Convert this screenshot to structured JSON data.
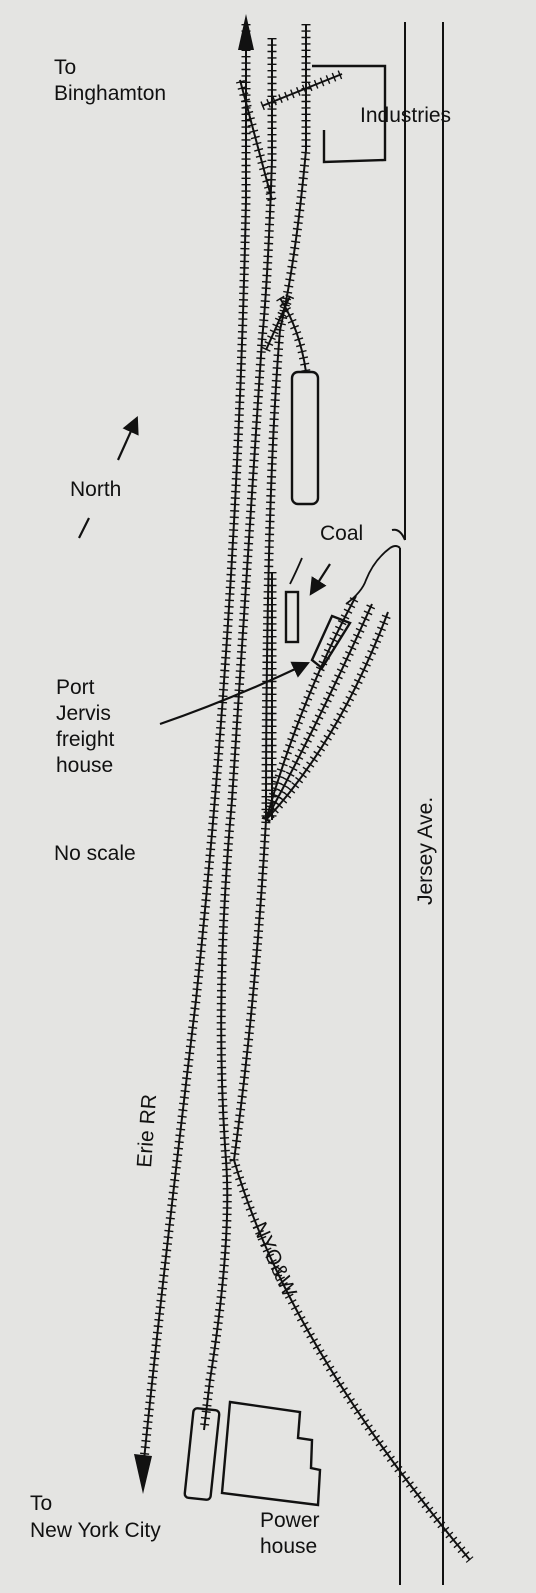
{
  "labels": {
    "to_binghamton_1": "To",
    "to_binghamton_2": "Binghamton",
    "industries": "Industries",
    "north": "North",
    "coal": "Coal",
    "freight_1": "Port",
    "freight_2": "Jervis",
    "freight_3": "freight",
    "freight_4": "house",
    "no_scale": "No scale",
    "jersey_ave": "Jersey Ave.",
    "erie": "Erie RR",
    "nyow": "NYO&W",
    "to_nyc_1": "To",
    "to_nyc_2": "New York City",
    "power_1": "Power",
    "power_2": "house"
  },
  "colors": {
    "ink": "#111111",
    "paper": "#e4e4e2"
  }
}
